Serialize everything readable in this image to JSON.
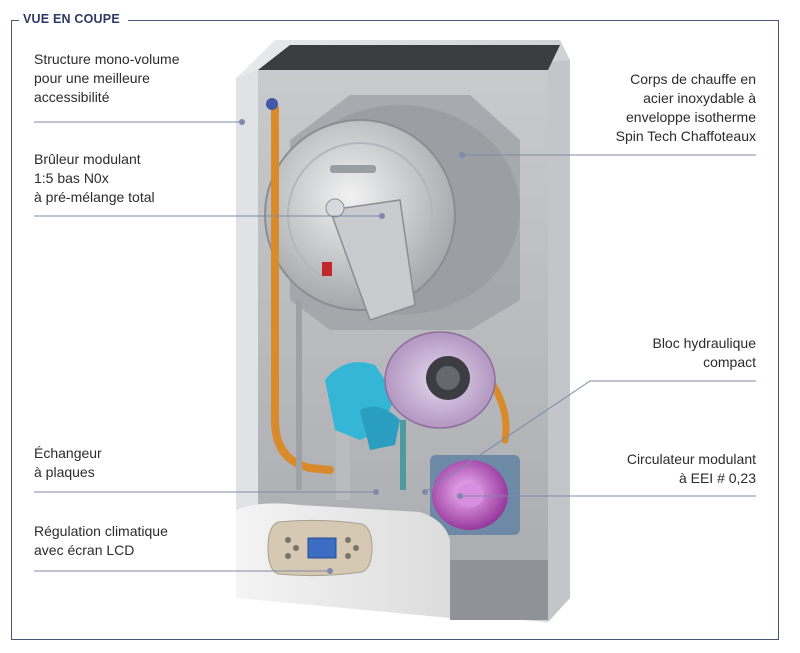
{
  "section_title": "VUE EN COUPE",
  "labels": {
    "structure": "Structure mono-volume\npour une meilleure\naccessibilité",
    "bruleur": "Brûleur modulant\n1:5 bas N0x\nà pré-mélange total",
    "echangeur": "Échangeur\nà plaques",
    "regulation": "Régulation climatique\navec écran LCD",
    "corps": "Corps de chauffe en\nacier inoxydable à\nenveloppe isotherme\nSpin Tech Chaffoteaux",
    "bloc": "Bloc hydraulique\ncompact",
    "circulateur": "Circulateur modulant\nà EEI # 0,23"
  },
  "colors": {
    "frame": "#4a5778",
    "title": "#2c3a66",
    "leader": "#7e8aa8",
    "pipe_orange": "#d98a2b",
    "pump_magenta": "#c25bc7",
    "fan_cyan": "#35b6d6"
  }
}
